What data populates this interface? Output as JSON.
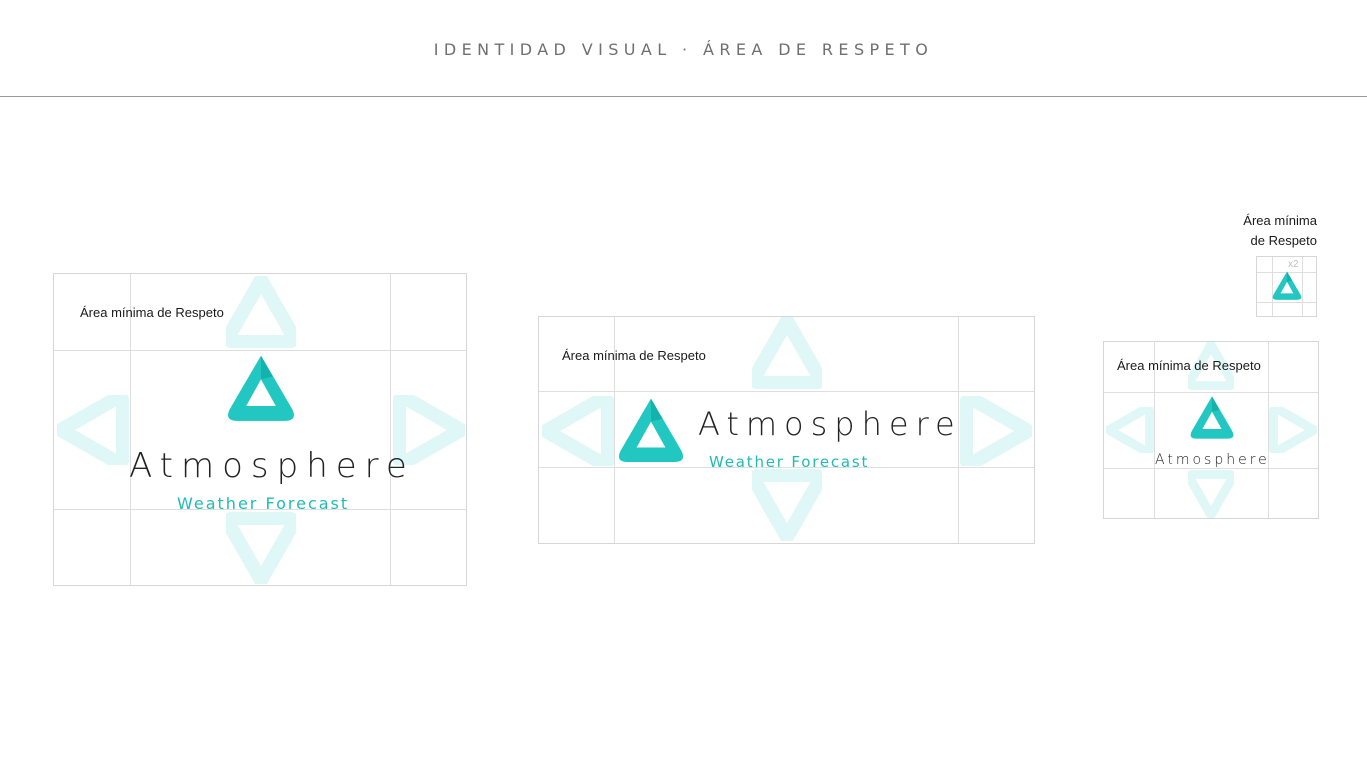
{
  "header": {
    "title": "IDENTIDAD VISUAL · ÁREA DE RESPETO"
  },
  "brand": {
    "name": "Atmosphere",
    "tagline": "Weather Forecast",
    "accent": "#15c2bc",
    "accent_dark": "#0fa9a3",
    "ghost": "#dff7f7"
  },
  "panels": [
    {
      "label": "Área mínima de Respeto"
    },
    {
      "label": "Área mínima de Respeto"
    },
    {
      "label": "Área mínima de Respeto"
    }
  ],
  "minimum": {
    "line1": "Área mínima",
    "line2": "de Respeto",
    "scale": "x2"
  }
}
